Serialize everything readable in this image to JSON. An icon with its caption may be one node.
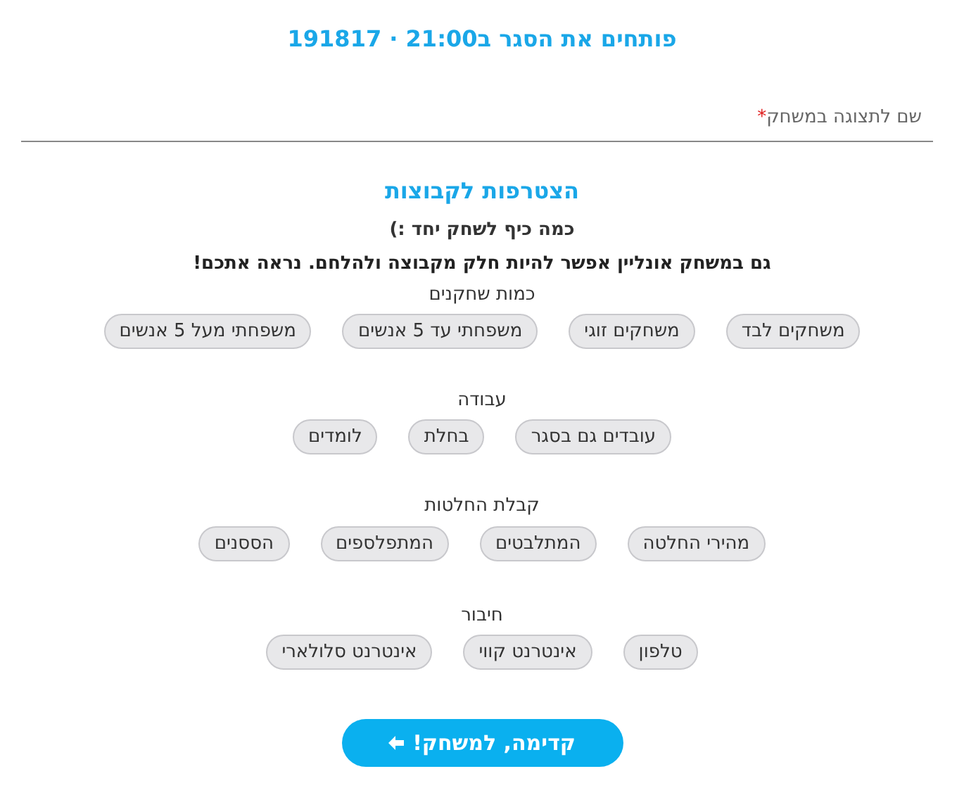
{
  "diagram": {
    "title": "פותחים את הסגר ב21:00 · 191817",
    "nodes": [
      {
        "text": [
          "שם לתצוגה במשחק",
          "*"
        ]
      },
      {
        "text": [
          "משחקים לבד"
        ]
      },
      {
        "text": [
          "משחקים זוגי"
        ]
      },
      {
        "text": [
          "משפחתי עד 5 אנשים"
        ]
      },
      {
        "text": [
          "משפחתי מעל 5 אנשים"
        ]
      },
      {
        "text": [
          "עובדים גם בסגר"
        ]
      },
      {
        "text": [
          "בחלת"
        ]
      },
      {
        "text": [
          "לומדים"
        ]
      },
      {
        "text": [
          "מהירי החלטה"
        ]
      },
      {
        "text": [
          "המתלבטים"
        ]
      },
      {
        "text": [
          "המתפלספים"
        ]
      },
      {
        "text": [
          "הססנים"
        ]
      },
      {
        "text": [
          "טלפון"
        ]
      },
      {
        "text": [
          "אינטרנט קווי"
        ]
      },
      {
        "text": [
          "אינטרנט סלולארי"
        ]
      },
      {
        "text": [
          "קדימה, למשחק!"
        ]
      }
    ],
    "labels": [
      "הצטרפות לקבוצות",
      "כמה כיף לשחק יחד :)",
      "גם במשחק אונליין אפשר להיות חלק מקבוצה ולהלחם. נראה אתכם!",
      "כמות שחקנים",
      "עבודה",
      "קבלת החלטות",
      "חיבור"
    ]
  }
}
